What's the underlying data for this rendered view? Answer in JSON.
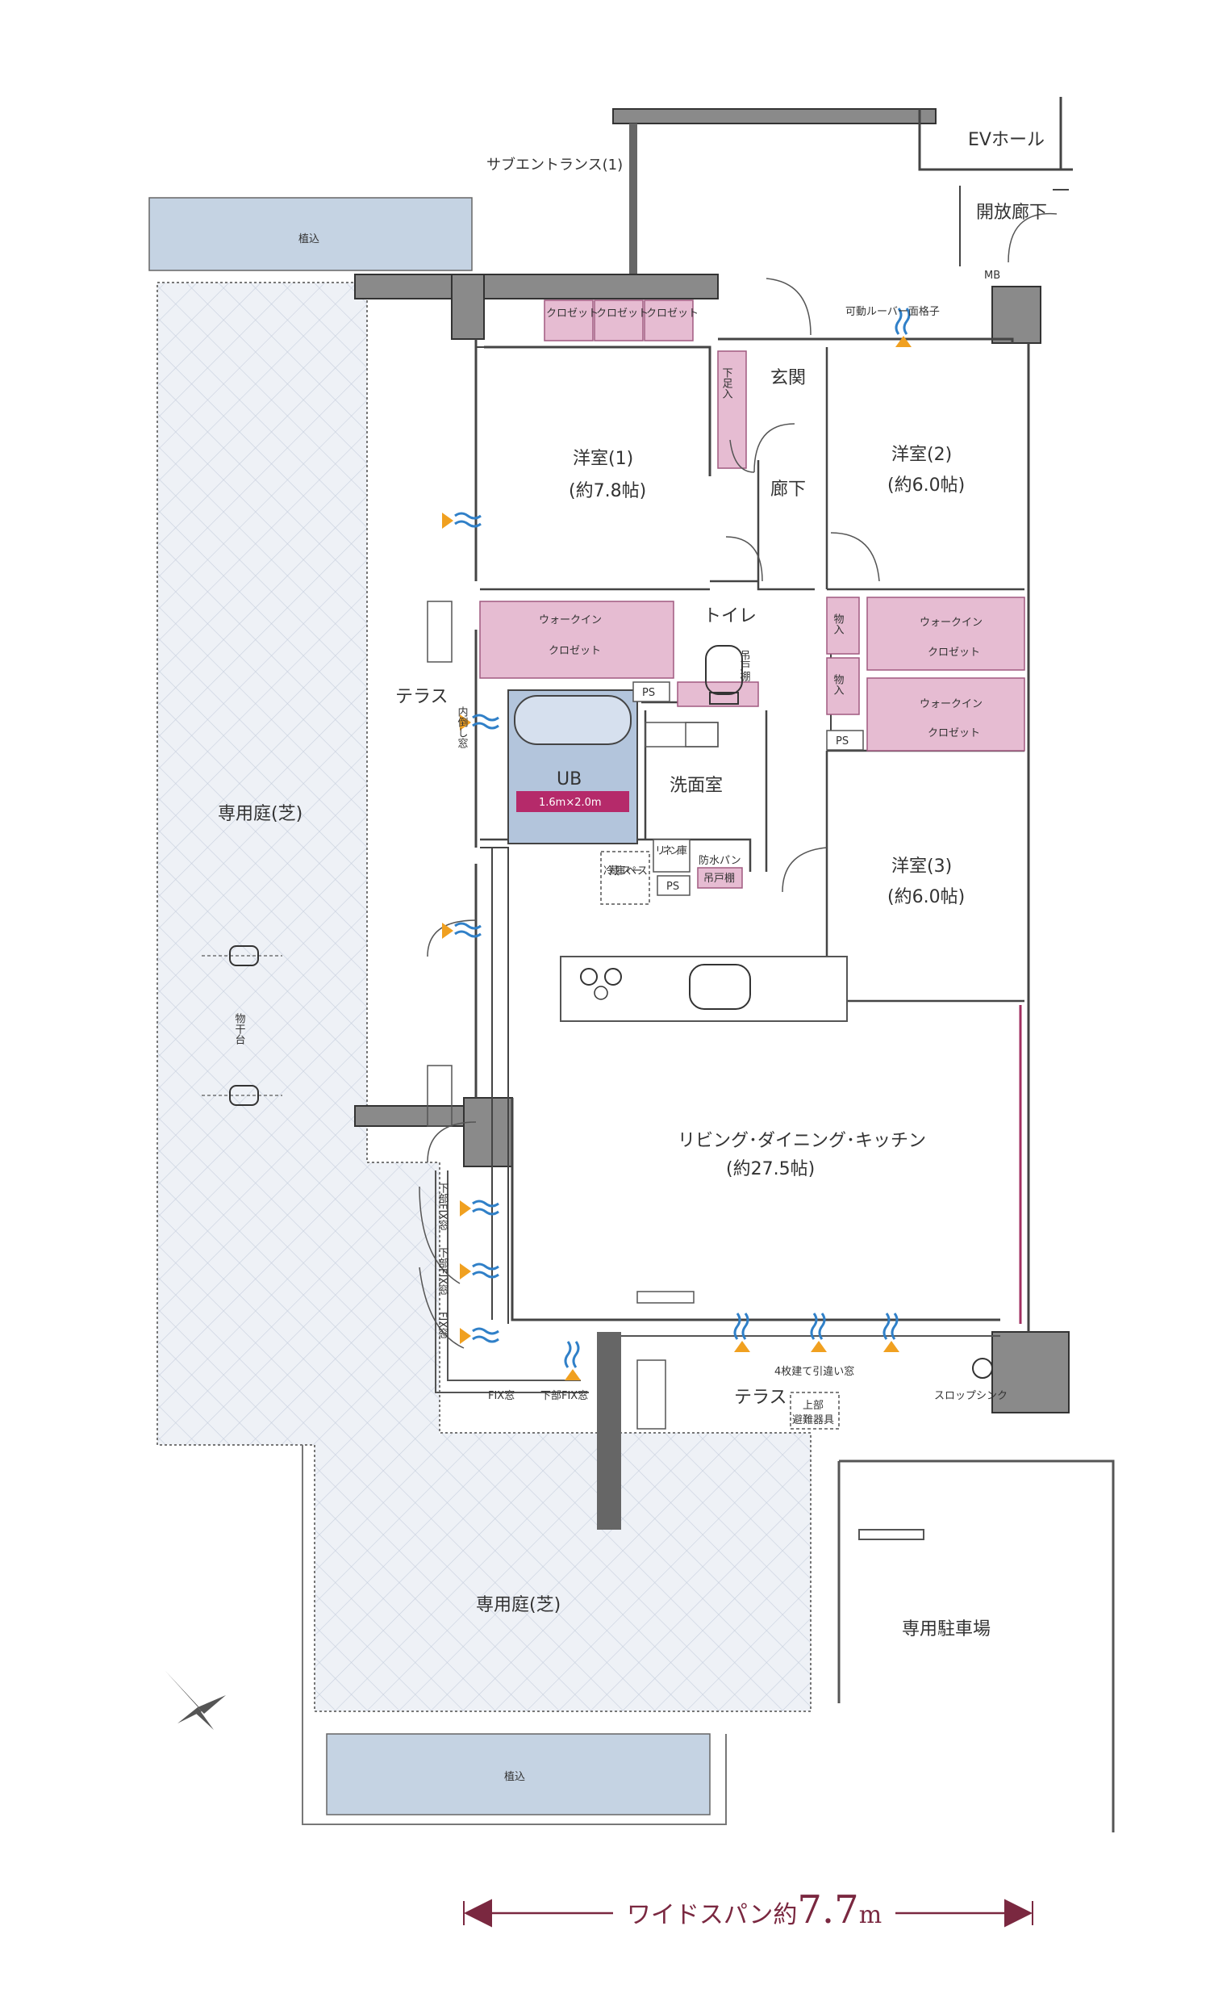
{
  "rooms": {
    "ev_hall": "EVホール",
    "open_corridor": "開放廊下",
    "sub_entrance": "サブエントランス(1)",
    "mb": "MB",
    "louver": "可動ルーバー面格子",
    "planter_top": "植込",
    "planter_bottom": "植込",
    "closet1": "クロゼット",
    "closet2": "クロゼット",
    "closet3": "クロゼット",
    "shoe": "下足入",
    "genkan": "玄関",
    "corridor": "廊下",
    "room1_name": "洋室(1)",
    "room1_size": "(約7.8帖)",
    "room2_name": "洋室(2)",
    "room2_size": "(約6.0帖)",
    "room3_name": "洋室(3)",
    "room3_size": "(約6.0帖)",
    "wic_a1": "ウォークイン",
    "wic_a2": "クロゼット",
    "wic_b1": "ウォークイン",
    "wic_b2": "クロゼット",
    "wic_c1": "ウォークイン",
    "wic_c2": "クロゼット",
    "storage1": "物入",
    "storage2": "物入",
    "toilet": "トイレ",
    "hanging_shelf": "吊戸棚",
    "ps1": "PS",
    "ps2": "PS",
    "ps3": "PS",
    "terrace_left": "テラス",
    "inner_window": "内倒し窓",
    "ub": "UB",
    "ub_size": "1.6m×2.0m",
    "washroom": "洗面室",
    "linen": "リネン庫",
    "fridge": "冷蔵庫スペース",
    "pan": "防水パン",
    "pan_shelf": "吊戸棚",
    "garden_upper": "専用庭(芝)",
    "drying": "物干台",
    "ldk_name": "リビング･ダイニング･キッチン",
    "ldk_size": "(約27.5帖)",
    "fix1": "下部FIX窓",
    "fix2": "下部FIX窓",
    "fix3": "FIX窓",
    "fix4": "FIX窓",
    "fix5": "下部FIX窓",
    "sliding": "4枚建て引違い窓",
    "terrace_bottom": "テラス",
    "evac1": "上部",
    "evac2": "避難器具",
    "slop": "スロップシンク",
    "garden_lower": "専用庭(芝)",
    "parking": "専用駐車場"
  },
  "span": {
    "prefix": "ワイドスパン約",
    "value": "7.7",
    "unit": "m"
  },
  "colors": {
    "closet": "#e6bcd2",
    "bath": "#b3c5dc",
    "wall": "#8a8a8a",
    "span_line": "#7a2840",
    "vent_orange": "#f0a020",
    "vent_blue": "#3080c8"
  },
  "icons": [
    "compass-icon",
    "vent-arrow-icon",
    "sink-icon",
    "stove-icon",
    "toilet-icon"
  ]
}
